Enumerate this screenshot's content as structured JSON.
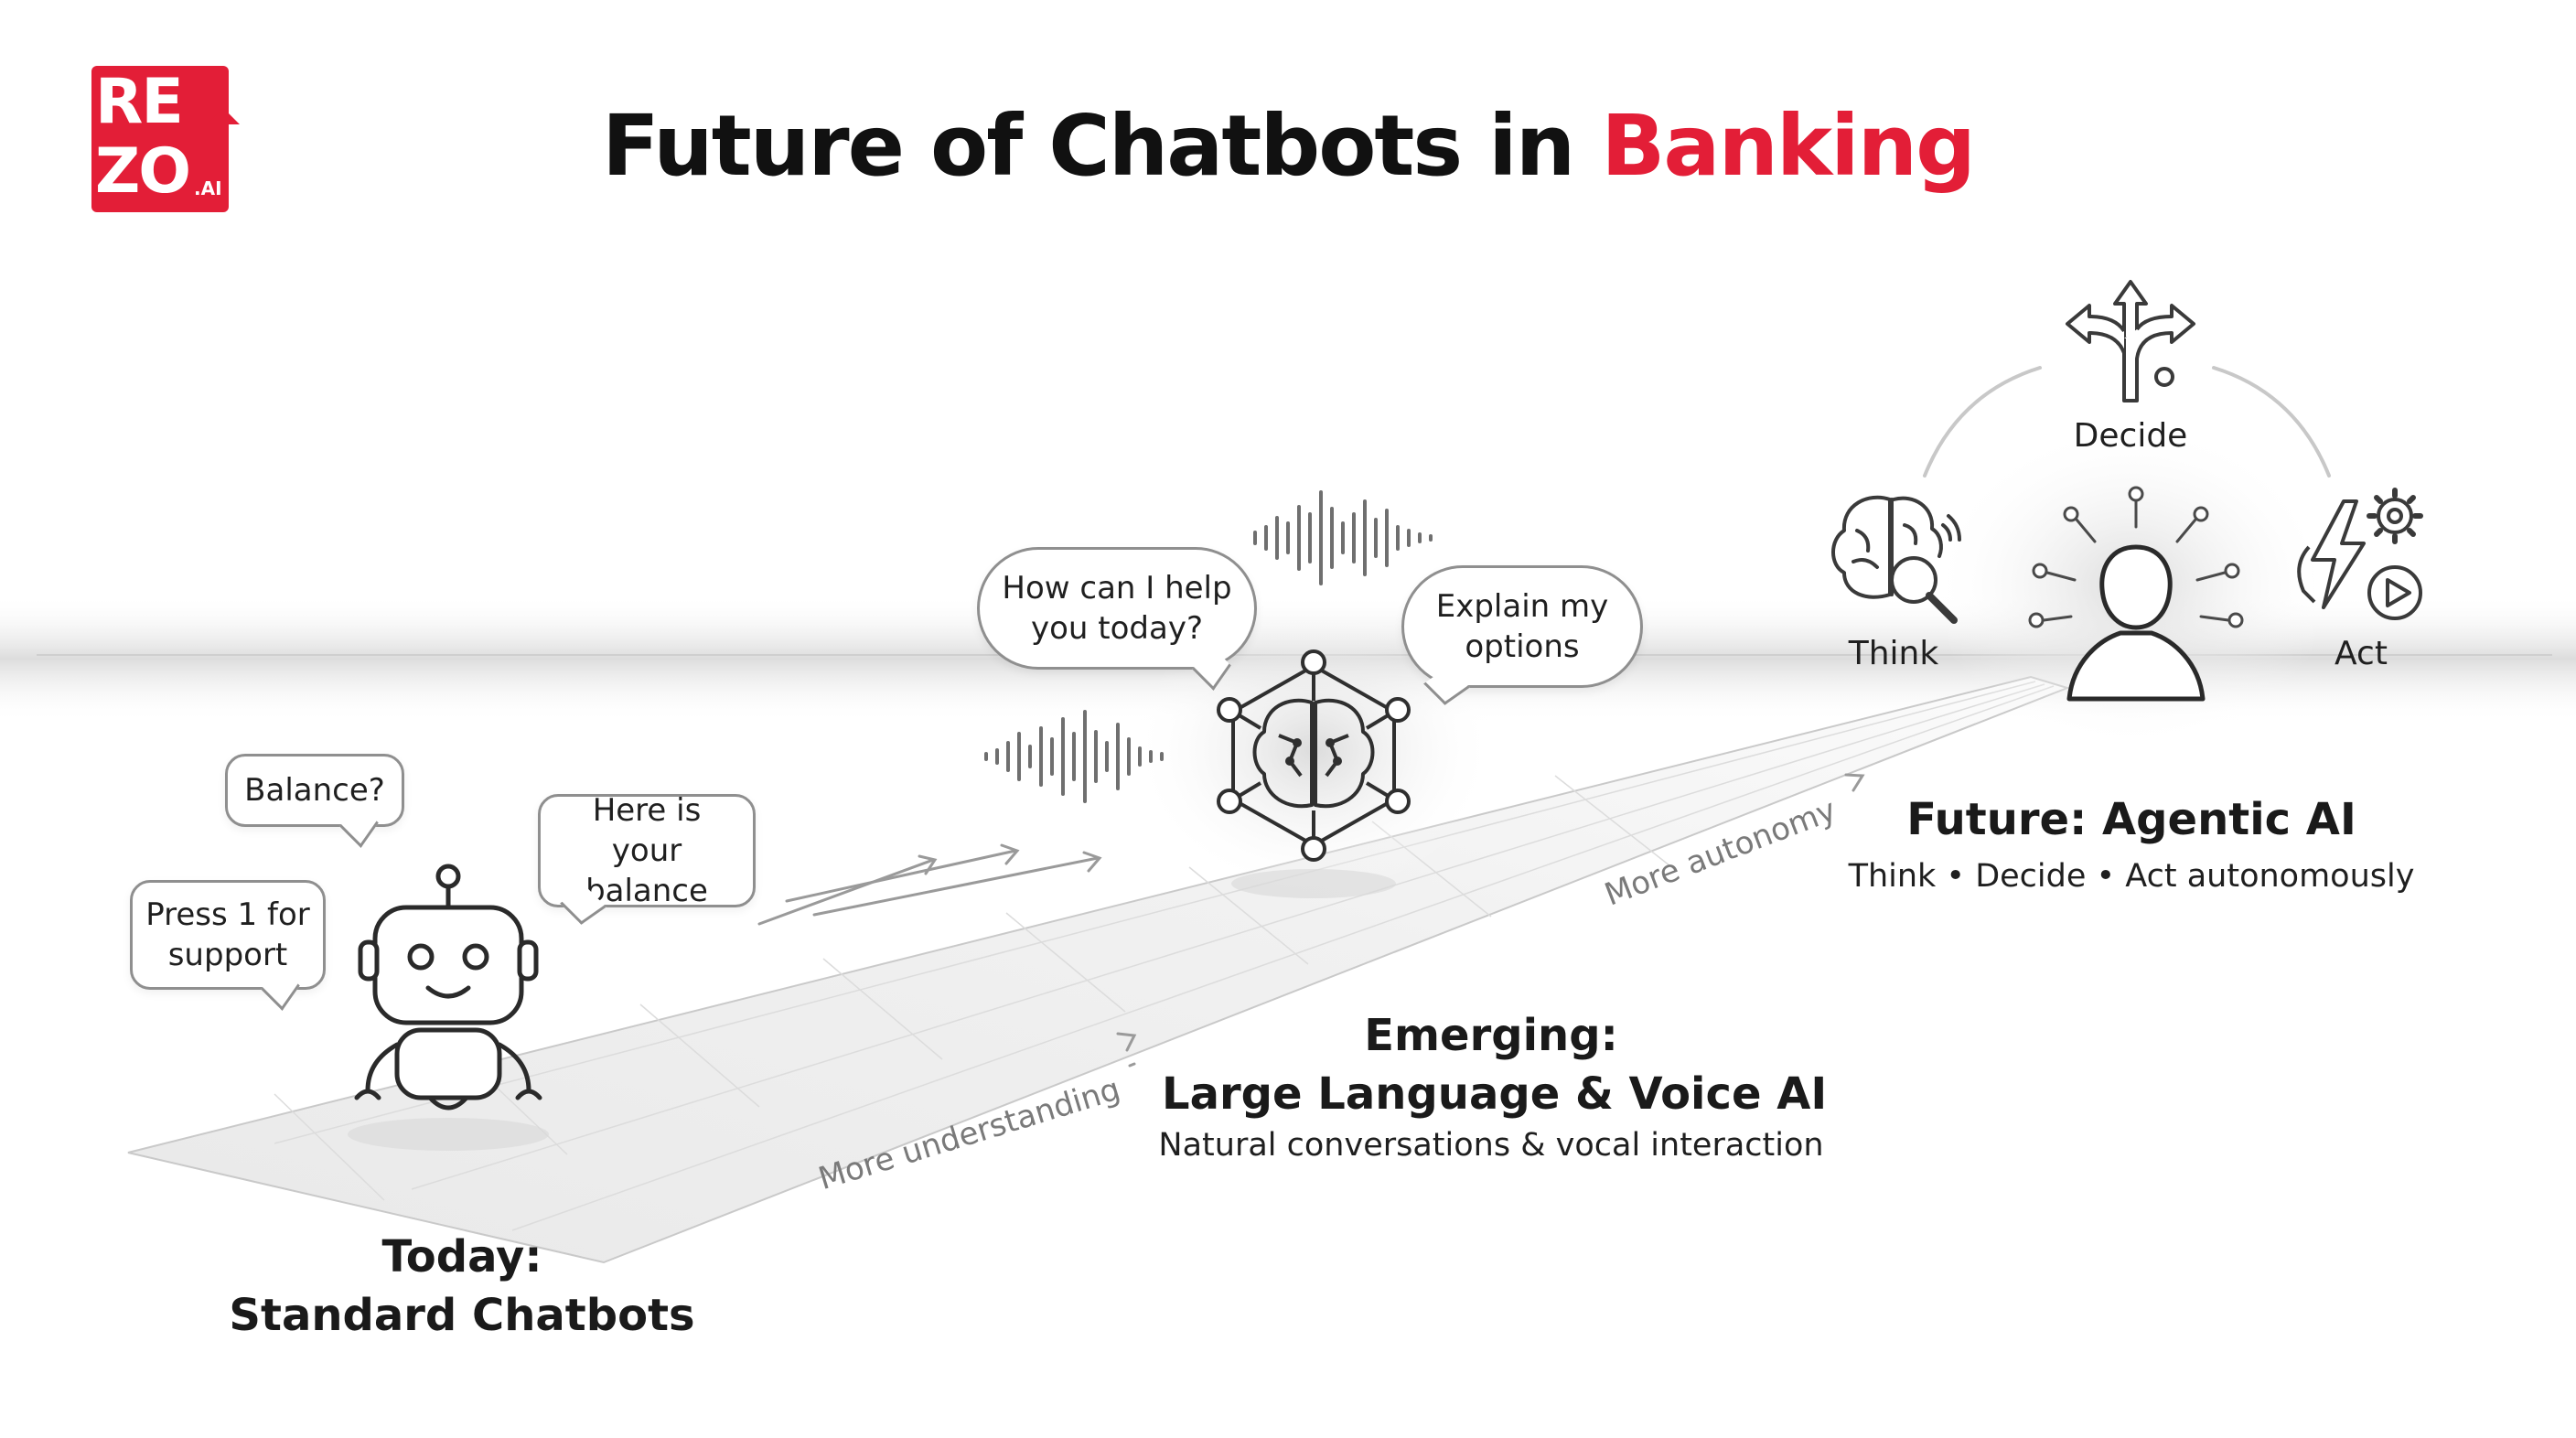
{
  "brand": {
    "logo_line1": "RE",
    "logo_line2": "ZO",
    "logo_suffix": ".AI",
    "color": "#e31e37"
  },
  "title": {
    "prefix": "Future of Chatbots in ",
    "accent": "Banking",
    "accent_color": "#e31e37"
  },
  "stages": {
    "today": {
      "label_line1": "Today:",
      "label_line2": "Standard Chatbots",
      "icon": "robot-icon",
      "bubbles": {
        "balance": "Balance?",
        "press": "Press 1 for support",
        "here": "Here is your balance"
      }
    },
    "emerging": {
      "label_line1": "Emerging:",
      "label_line2": "Large Language & Voice AI",
      "subtitle": "Natural conversations & vocal interaction",
      "icon": "ai-brain-network-icon",
      "bubbles": {
        "help": "How can I help you today?",
        "explain": "Explain my options"
      }
    },
    "future": {
      "label": "Future: Agentic AI",
      "subtitle": "Think • Decide • Act autonomously",
      "icon": "person-icon",
      "steps": {
        "think": "Think",
        "decide": "Decide",
        "act": "Act"
      }
    }
  },
  "path_labels": {
    "understanding": "More understanding",
    "autonomy": "More autonomy"
  }
}
